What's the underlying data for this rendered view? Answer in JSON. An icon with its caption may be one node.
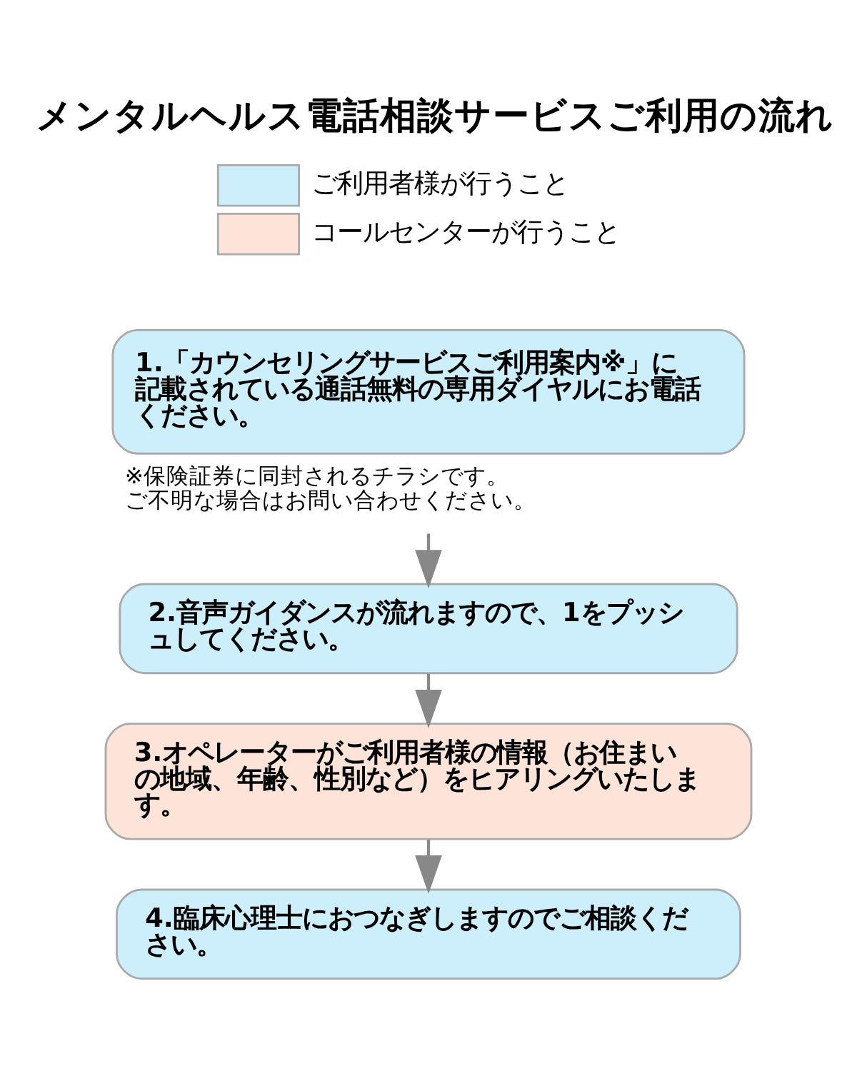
{
  "diagram": {
    "title": "メンタルヘルス電話相談サービスご利用の流れ",
    "nodes": [
      {
        "text": [
          "1.「カウンセリングサービスご利用案内※」に記載されている通話無料の専用ダイヤルにお電話ください。"
        ],
        "beside": [
          "※保険証券に同封されるチラシです。",
          "ご不明な場合はお問い合わせください。"
        ]
      },
      {
        "text": [
          "2.音声ガイダンスが流れますので、1をプッシュしてください。"
        ]
      },
      {
        "text": [
          "3.オペレーターがご利用者様の情報（お住まいの地域、年齢、性別など）をヒアリングいたします。"
        ]
      },
      {
        "text": [
          "4.臨床心理士におつなぎしますのでご相談ください。"
        ]
      }
    ],
    "edges": [
      {
        "from": 0,
        "to": 1,
        "arrow": "to"
      },
      {
        "from": 1,
        "to": 2,
        "arrow": "to"
      },
      {
        "from": 2,
        "to": 3,
        "arrow": "to"
      }
    ],
    "legend": [
      {
        "text": "ご利用者様が行うこと",
        "color": "#cdeefb"
      },
      {
        "text": "コールセンターが行うこと",
        "color": "#fde3d8"
      }
    ]
  }
}
